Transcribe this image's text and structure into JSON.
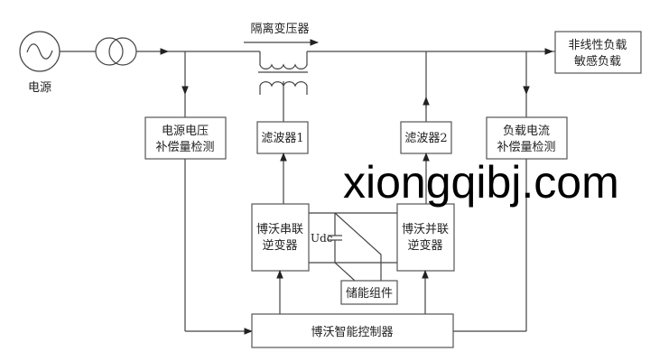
{
  "source_label": "电源",
  "transformer_label": "隔离变压器",
  "load": [
    "非线性负载",
    "敏感负载"
  ],
  "voltage_detect": [
    "电源电压",
    "补偿量检测"
  ],
  "current_detect": [
    "负载电流",
    "补偿量检测"
  ],
  "filter1": "滤波器1",
  "filter2": "滤波器2",
  "series_inverter": [
    "博沃串联",
    "逆变器"
  ],
  "parallel_inverter": [
    "博沃并联",
    "逆变器"
  ],
  "dc_label": "Udc",
  "storage": "储能组件",
  "controller": "博沃智能控制器",
  "watermark": "xiongqibj.com"
}
